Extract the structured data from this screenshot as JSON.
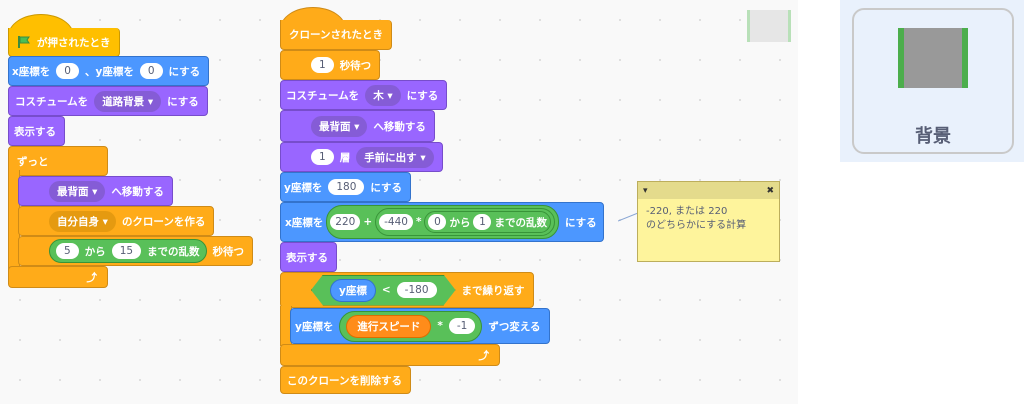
{
  "script1": {
    "hat": "が押されたとき",
    "goto": {
      "a": "x座標を",
      "x": "0",
      "b": "、y座標を",
      "y": "0",
      "c": "にする"
    },
    "costume": {
      "a": "コスチュームを",
      "v": "道路背景",
      "c": "にする"
    },
    "show": "表示する",
    "forever": "ずっと",
    "layer": {
      "v": "最背面",
      "c": "へ移動する"
    },
    "clone": {
      "v": "自分自身",
      "c": "のクローンを作る"
    },
    "wait": {
      "from": "5",
      "a": "から",
      "to": "15",
      "b": "までの乱数",
      "c": "秒待つ"
    }
  },
  "script2": {
    "hat": "クローンされたとき",
    "wait": {
      "v": "1",
      "c": "秒待つ"
    },
    "costume": {
      "a": "コスチュームを",
      "v": "木",
      "c": "にする"
    },
    "layer": {
      "v": "最背面",
      "c": "へ移動する"
    },
    "forward": {
      "n": "1",
      "a": "層",
      "v": "手前に出す"
    },
    "sety": {
      "a": "y座標を",
      "v": "180",
      "c": "にする"
    },
    "setx": {
      "a": "x座標を",
      "v1": "220",
      "plus": "+",
      "v2": "-440",
      "mul": "*",
      "from": "0",
      "k": "から",
      "to": "1",
      "r": "までの乱数",
      "c": "にする"
    },
    "show": "表示する",
    "repeat": {
      "var": "y座標",
      "lt": "<",
      "v": "-180",
      "c": "まで繰り返す"
    },
    "change": {
      "a": "y座標を",
      "var": "進行スピード",
      "mul": "*",
      "v": "-1",
      "c": "ずつ変える"
    },
    "delete": "このクローンを削除する"
  },
  "comment": {
    "line1": "-220, または 220",
    "line2": "のどちらかにする計算"
  },
  "backdrop": {
    "label": "背景"
  }
}
